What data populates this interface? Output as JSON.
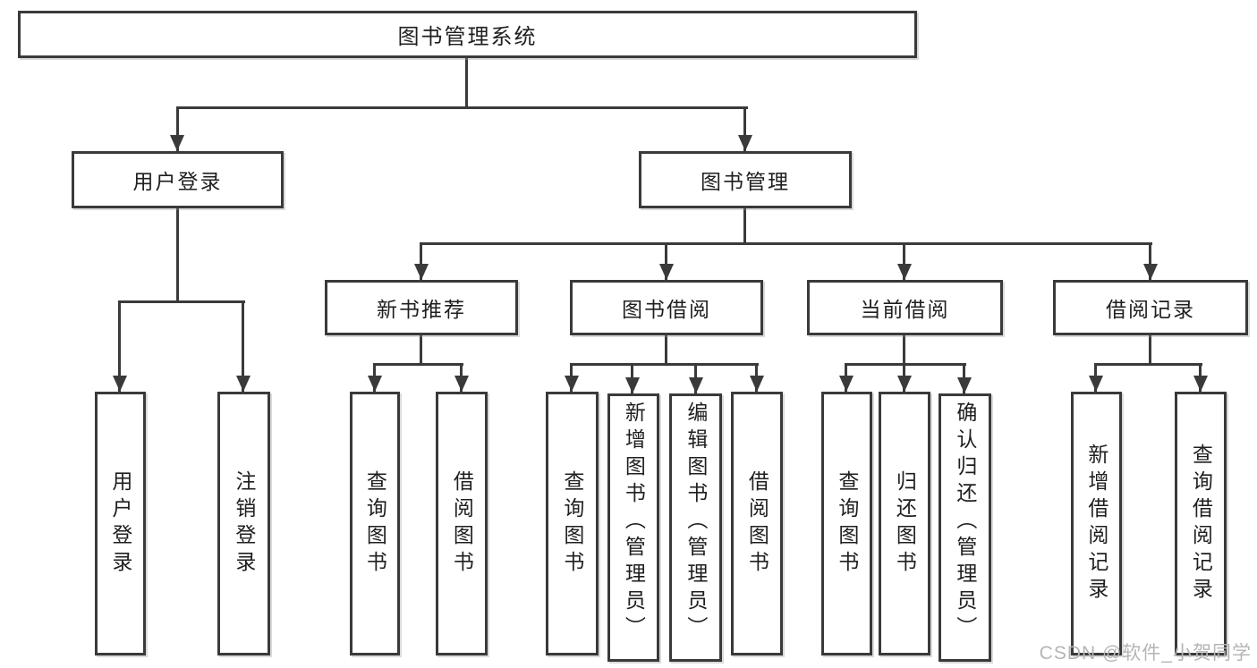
{
  "diagram": {
    "root": {
      "label": "图书管理系统"
    },
    "branches": [
      {
        "label": "用户登录",
        "children": [
          {
            "label": "用户登录"
          },
          {
            "label": "注销登录"
          }
        ]
      },
      {
        "label": "图书管理",
        "children": [
          {
            "label": "新书推荐",
            "children": [
              {
                "label": "查询图书"
              },
              {
                "label": "借阅图书"
              }
            ]
          },
          {
            "label": "图书借阅",
            "children": [
              {
                "label": "查询图书"
              },
              {
                "label": "新增图书（管理员）"
              },
              {
                "label": "编辑图书（管理员）"
              },
              {
                "label": "借阅图书"
              }
            ]
          },
          {
            "label": "当前借阅",
            "children": [
              {
                "label": "查询图书"
              },
              {
                "label": "归还图书"
              },
              {
                "label": "确认归还（管理员）"
              }
            ]
          },
          {
            "label": "借阅记录",
            "children": [
              {
                "label": "新增借阅记录"
              },
              {
                "label": "查询借阅记录"
              }
            ]
          }
        ]
      }
    ]
  },
  "watermark": {
    "text": "CSDN @软件_小贺同学"
  },
  "colors": {
    "line": "#3a3a3a",
    "text": "#1f1f1f",
    "watermark": "#b5b5b5",
    "background": "#ffffff"
  }
}
